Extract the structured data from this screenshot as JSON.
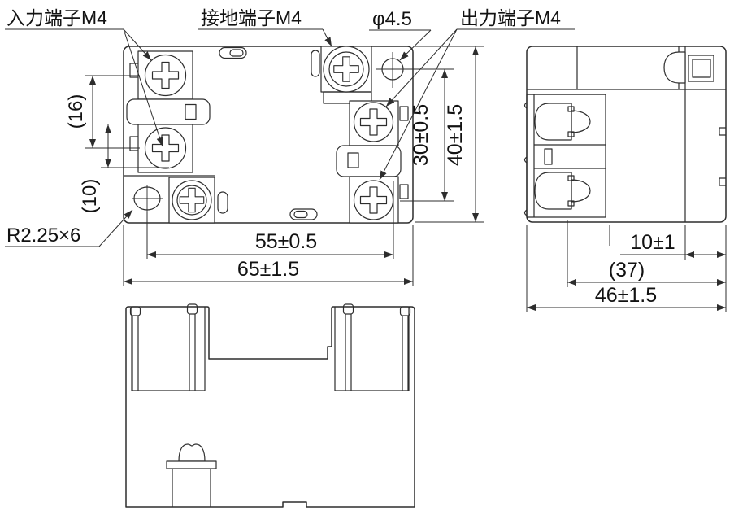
{
  "labels": {
    "input_terminal": "入力端子M4",
    "ground_terminal": "接地端子M4",
    "hole_diameter": "φ4.5",
    "output_terminal": "出力端子M4",
    "mounting_slot": "R2.25×6"
  },
  "dims": {
    "terminal_pitch": "(16)",
    "lower_pitch": "(10)",
    "hole_v_span": "30±0.5",
    "body_height": "40±1.5",
    "hole_h_span": "55±0.5",
    "body_width": "65±1.5",
    "flange_width": "10±1",
    "body_depth_ref": "(37)",
    "body_depth": "46±1.5"
  }
}
